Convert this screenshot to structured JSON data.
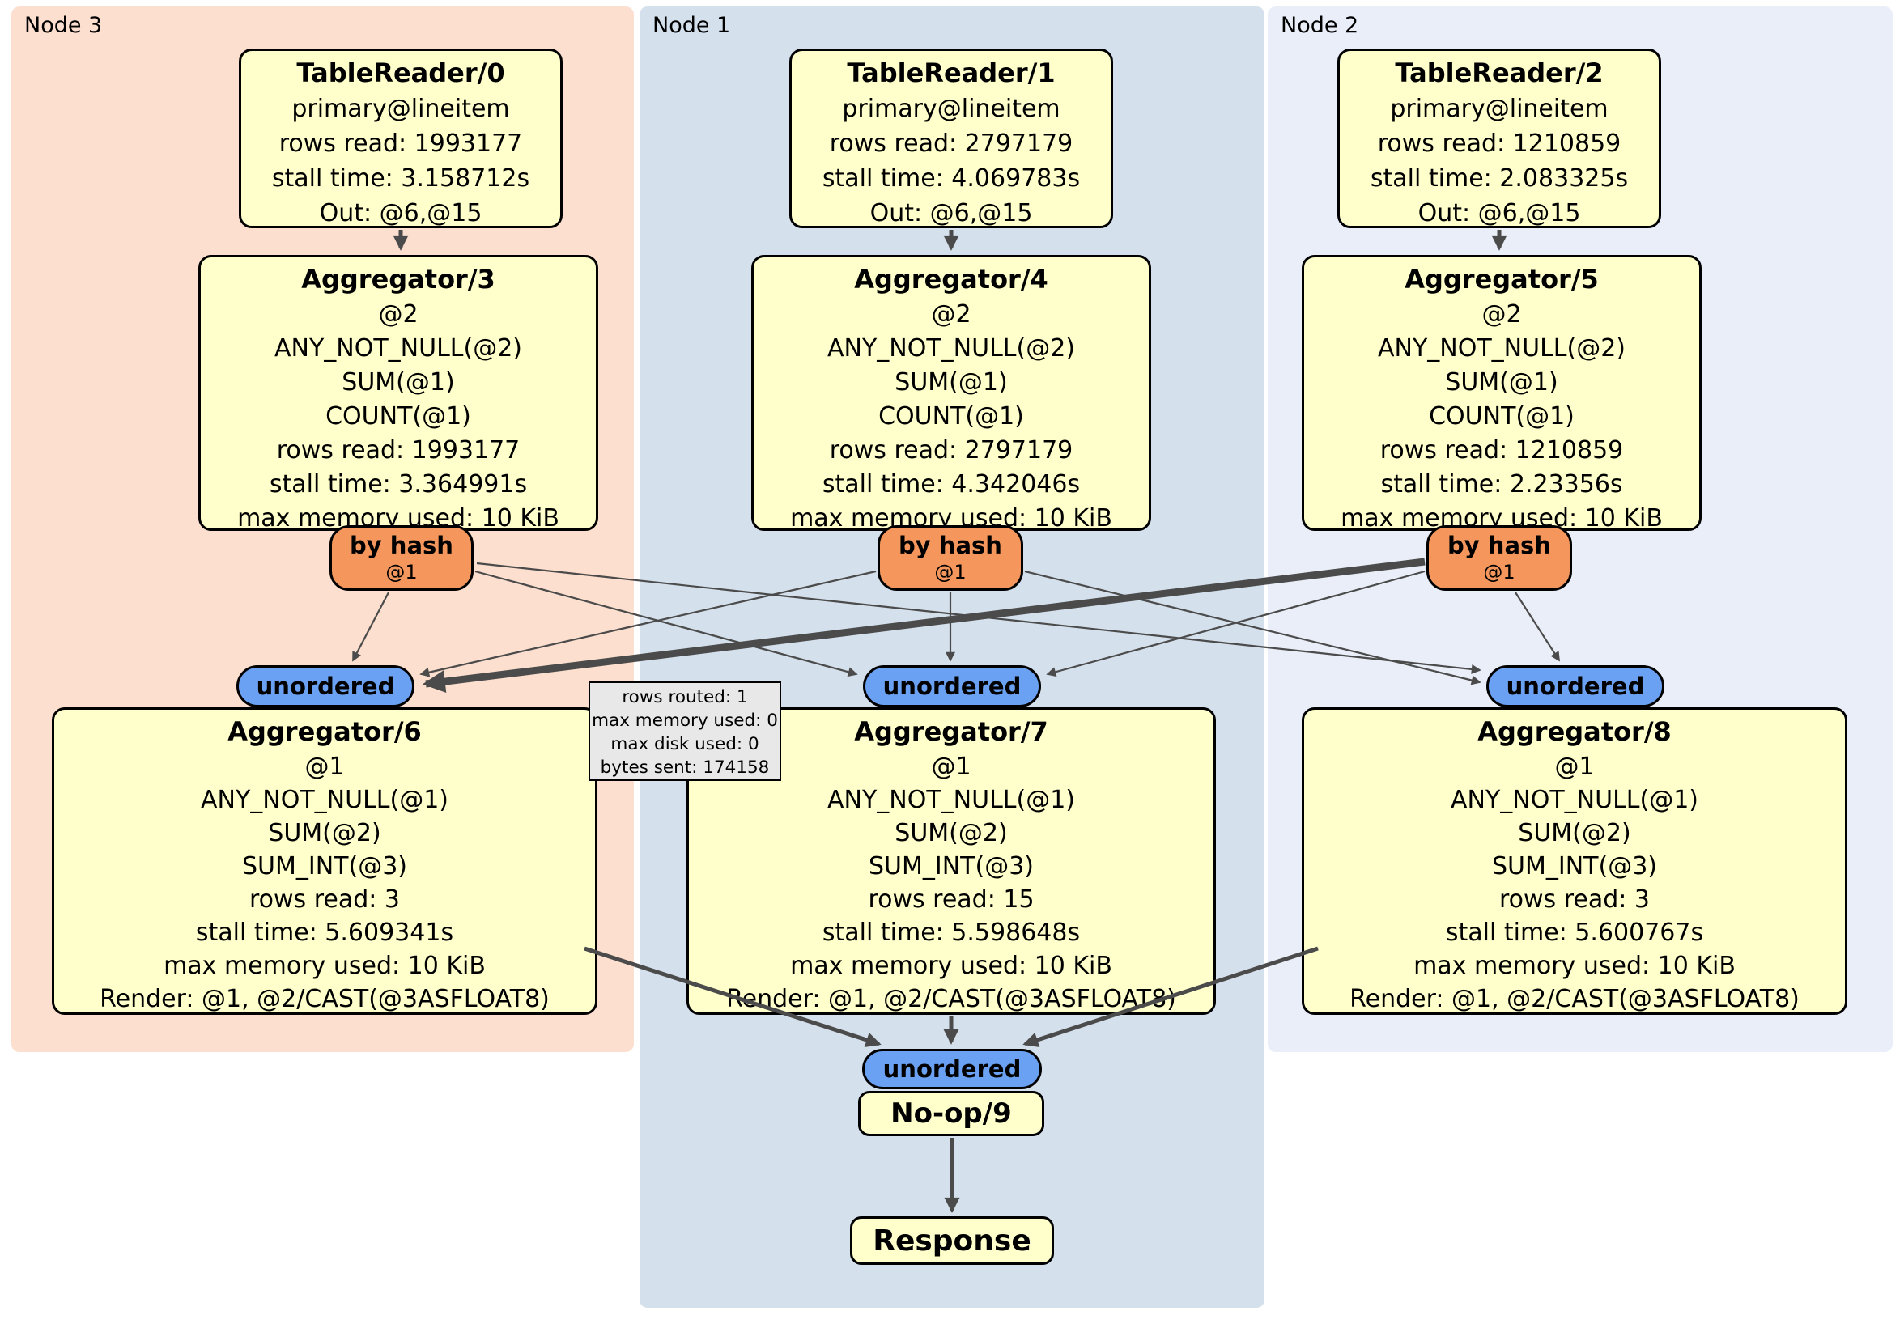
{
  "panels": [
    {
      "label": "Node 3"
    },
    {
      "label": "Node 1"
    },
    {
      "label": "Node 2"
    }
  ],
  "boxes": {
    "tr0": {
      "title": "TableReader/0",
      "lines": [
        "primary@lineitem",
        "rows read: 1993177",
        "stall time: 3.158712s",
        "Out: @6,@15"
      ]
    },
    "tr1": {
      "title": "TableReader/1",
      "lines": [
        "primary@lineitem",
        "rows read: 2797179",
        "stall time: 4.069783s",
        "Out: @6,@15"
      ]
    },
    "tr2": {
      "title": "TableReader/2",
      "lines": [
        "primary@lineitem",
        "rows read: 1210859",
        "stall time: 2.083325s",
        "Out: @6,@15"
      ]
    },
    "agg3": {
      "title": "Aggregator/3",
      "lines": [
        "@2",
        "ANY_NOT_NULL(@2)",
        "SUM(@1)",
        "COUNT(@1)",
        "rows read: 1993177",
        "stall time: 3.364991s",
        "max memory used: 10 KiB"
      ]
    },
    "agg4": {
      "title": "Aggregator/4",
      "lines": [
        "@2",
        "ANY_NOT_NULL(@2)",
        "SUM(@1)",
        "COUNT(@1)",
        "rows read: 2797179",
        "stall time: 4.342046s",
        "max memory used: 10 KiB"
      ]
    },
    "agg5": {
      "title": "Aggregator/5",
      "lines": [
        "@2",
        "ANY_NOT_NULL(@2)",
        "SUM(@1)",
        "COUNT(@1)",
        "rows read: 1210859",
        "stall time: 2.23356s",
        "max memory used: 10 KiB"
      ]
    },
    "agg6": {
      "title": "Aggregator/6",
      "lines": [
        "@1",
        "ANY_NOT_NULL(@1)",
        "SUM(@2)",
        "SUM_INT(@3)",
        "rows read: 3",
        "stall time: 5.609341s",
        "max memory used: 10 KiB",
        "Render: @1, @2/CAST(@3ASFLOAT8)"
      ]
    },
    "agg7": {
      "title": "Aggregator/7",
      "lines": [
        "@1",
        "ANY_NOT_NULL(@1)",
        "SUM(@2)",
        "SUM_INT(@3)",
        "rows read: 15",
        "stall time: 5.598648s",
        "max memory used: 10 KiB",
        "Render: @1, @2/CAST(@3ASFLOAT8)"
      ]
    },
    "agg8": {
      "title": "Aggregator/8",
      "lines": [
        "@1",
        "ANY_NOT_NULL(@1)",
        "SUM(@2)",
        "SUM_INT(@3)",
        "rows read: 3",
        "stall time: 5.600767s",
        "max memory used: 10 KiB",
        "Render: @1, @2/CAST(@3ASFLOAT8)"
      ]
    },
    "noop": {
      "title": "No-op/9"
    },
    "response": {
      "title": "Response"
    }
  },
  "router": {
    "label": "by hash",
    "key": "@1"
  },
  "sync": {
    "unordered": "unordered"
  },
  "edge_tooltip": {
    "lines": [
      "rows routed: 1",
      "max memory used: 0",
      "max disk used: 0",
      "bytes sent: 174158"
    ]
  },
  "colors": {
    "node3_panel": "#fcdfce",
    "node1_panel": "#d4e0ec",
    "node2_panel": "#eaeef8",
    "operator_fill": "#ffffcb",
    "router_fill": "#f5975c",
    "sync_fill": "#6aa1f2",
    "tooltip_fill": "#e8e8e8",
    "edge": "#4b4b4b"
  }
}
